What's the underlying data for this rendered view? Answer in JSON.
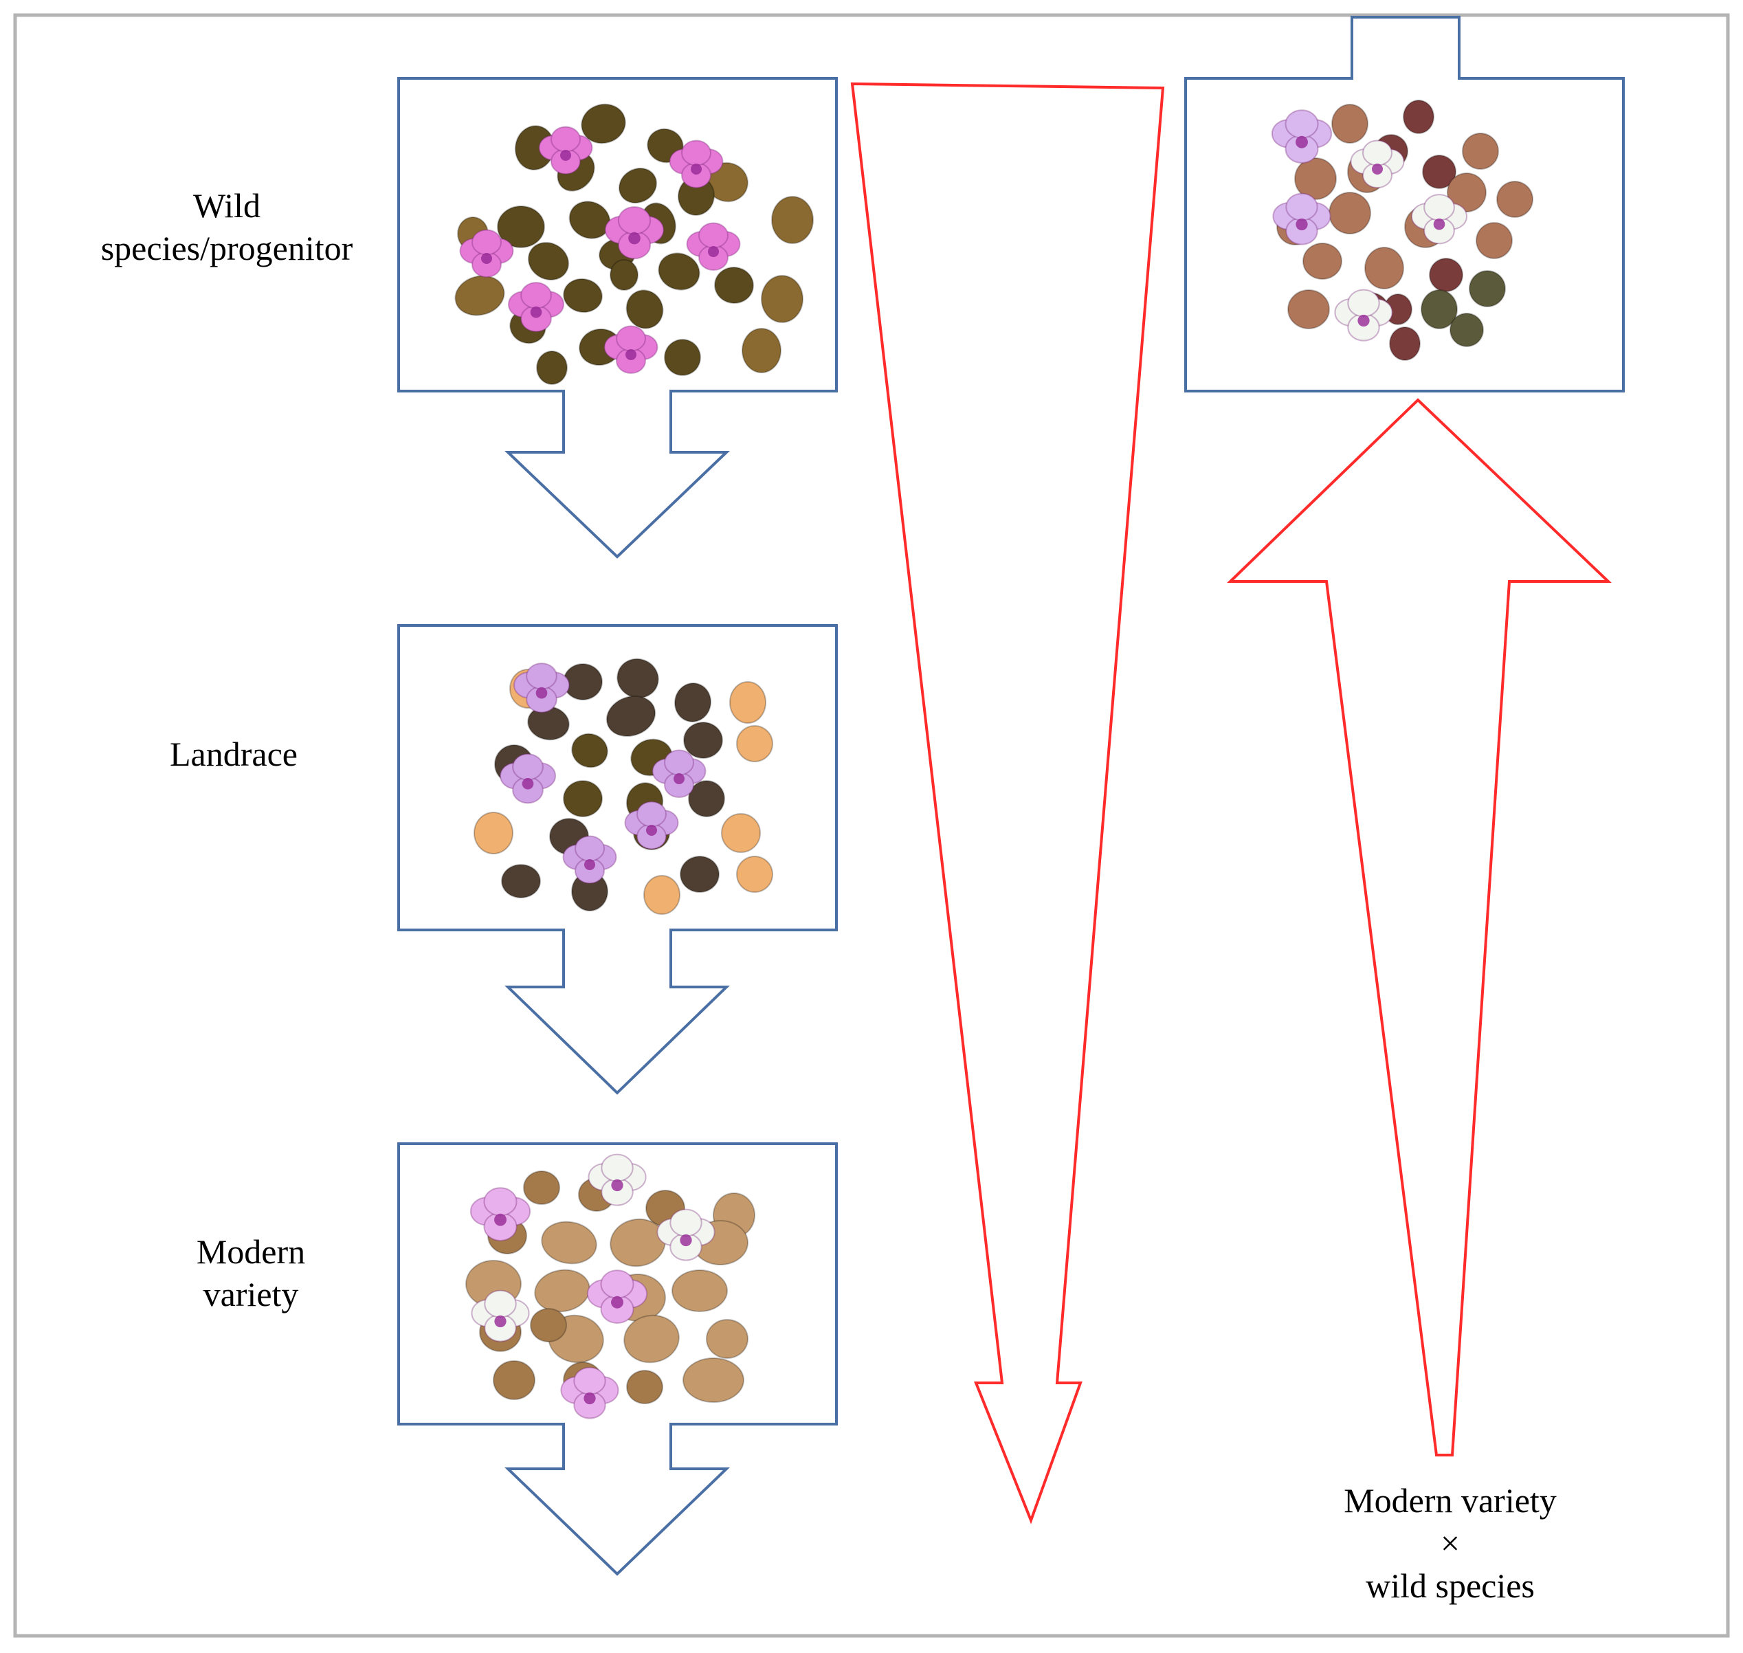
{
  "colors": {
    "frame": "#b3b3b3",
    "blue_outline": "#4a6fa5",
    "red_outline": "#ff2a2a",
    "wild_seed": "#5a4a1e",
    "wild_seed_light": "#8a6a30",
    "wild_flower": "#e678d6",
    "landrace_seed_dark": "#4e3f32",
    "landrace_seed_tan": "#f0b070",
    "landrace_flower": "#cfa3e6",
    "modern_seed": "#c49a6c",
    "modern_seed_dark": "#a57a4b",
    "modern_flower": "#e8b0ec",
    "white_flower": "#f2f5f0",
    "cross_seed_red": "#7a3b3b",
    "cross_seed_brown": "#b0765a",
    "cross_seed_green": "#5b5a3a"
  },
  "stages": {
    "wild": {
      "label_lines": [
        "Wild",
        "species/progenitor"
      ]
    },
    "landrace": {
      "label_lines": [
        "Landrace"
      ]
    },
    "modern": {
      "label_lines": [
        "Modern",
        "variety"
      ]
    }
  },
  "cross": {
    "label_lines": [
      "Modern variety",
      "×",
      "wild species"
    ]
  }
}
